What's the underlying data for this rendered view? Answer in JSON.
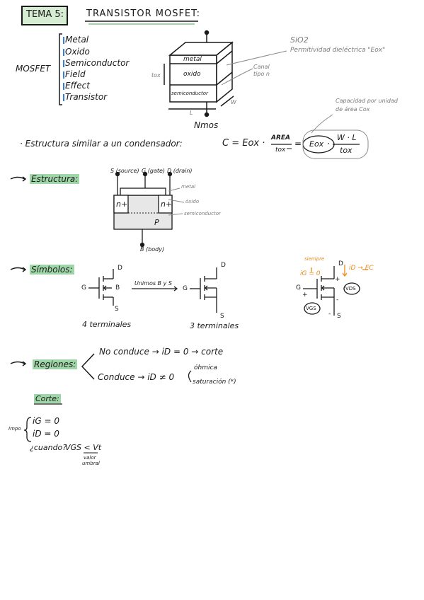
{
  "header": {
    "tema": "TEMA 5:",
    "title": "TRANSISTOR MOSFET:"
  },
  "acronym": {
    "word": "MOSFET",
    "lines": [
      "Metal",
      "Oxido",
      "Semiconductor",
      "Field",
      "Effect",
      "Transistor"
    ]
  },
  "block": {
    "layer_metal": "metal",
    "layer_oxido": "oxido",
    "layer_semi": "semiconductor",
    "tox": "tox",
    "L": "L",
    "W": "W",
    "nmos": "Nmos",
    "sio2": "SiO2",
    "permitividad": "Permitividad dieléctrica \"Eox\"",
    "canal_1": "Canal",
    "canal_2": "tipo n",
    "capacidad_1": "Capacidad por unidad",
    "capacidad_2": "de área   Cox"
  },
  "capacitor": {
    "text": "· Estructura similar a un condensador:",
    "c_eq": "C = Eox ·",
    "area": "AREA",
    "tox1": "tox",
    "eq": "=",
    "eox_circle": "Eox",
    "dot": "·",
    "wl": "W · L",
    "tox2": "tox"
  },
  "estructura": {
    "heading": "Estructura:",
    "s_label": "S (source)",
    "g_label": "G (gate)",
    "d_label": "D (drain)",
    "metal": "metal",
    "oxido": "óxido",
    "semiconductor": "semiconductor",
    "n_left": "n+",
    "n_right": "n+",
    "p": "P",
    "b_label": "B (body)"
  },
  "simbolos": {
    "heading": "Símbolos:",
    "d": "D",
    "g": "G",
    "s": "S",
    "b": "B",
    "unimos": "Unimos B y S",
    "four_terminals": "4 terminales",
    "three_terminals": "3 terminales",
    "siempre": "siempre",
    "i_g_zero": "iG = 0",
    "i_d_ec": "iD → EC",
    "plus1": "+",
    "plus2": "+",
    "minus1": "-",
    "minus2": "-",
    "vds": "VDS",
    "vgs": "VGS"
  },
  "regiones": {
    "heading": "Regiones:",
    "no_conduce": "No conduce → iD = 0 → corte",
    "conduce": "Conduce → iD ≠ 0",
    "ohmica": "óhmica",
    "saturacion": "saturación (*)"
  },
  "corte": {
    "heading": "Corte:",
    "impo": "Impo",
    "ig": "iG = 0",
    "id": "iD = 0",
    "cuando": "¿cuando?",
    "vgs_lt": "VGS < Vt",
    "valor_umbral_1": "valor",
    "valor_umbral_2": "umbral"
  },
  "colors": {
    "highlight": "#9fd6a8",
    "title_bg": "#d6ecd3",
    "orange": "#e88a1c",
    "ink": "#1a1a1a"
  }
}
